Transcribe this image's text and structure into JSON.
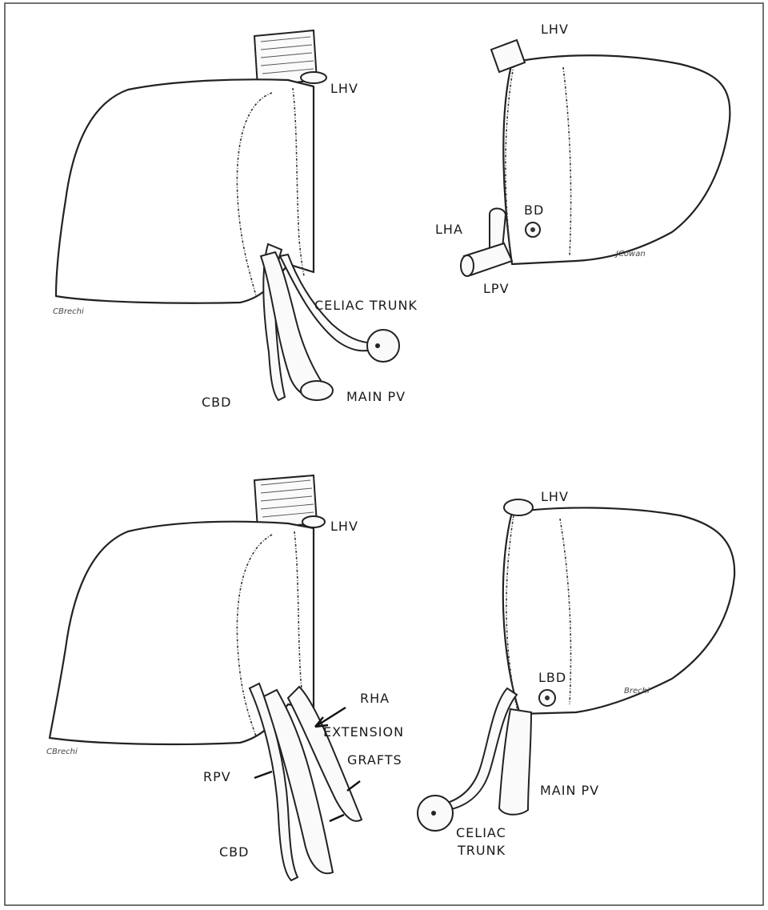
{
  "labels": {
    "tl_lhv": "LHV",
    "tl_celiac": "CELIAC TRUNK",
    "tl_cbd": "CBD",
    "tl_main_pv": "MAIN PV",
    "tr_lhv": "LHV",
    "tr_bd": "BD",
    "tr_lha": "LHA",
    "tr_lpv": "LPV",
    "bl_lhv": "LHV",
    "bl_rha": "RHA",
    "bl_extension": "EXTENSION",
    "bl_grafts": "GRAFTS",
    "bl_rpv": "RPV",
    "bl_cbd": "CBD",
    "br_lhv": "LHV",
    "br_lbd": "LBD",
    "br_main_pv": "MAIN PV",
    "br_celiac_1": "CELIAC",
    "br_celiac_2": "TRUNK"
  }
}
